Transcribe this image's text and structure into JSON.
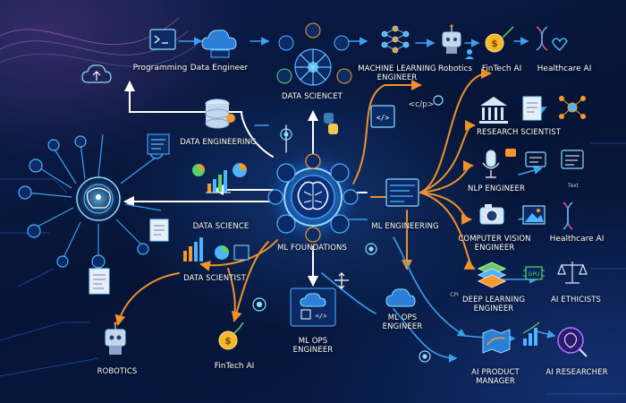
{
  "labels": {
    "programming": "Programming",
    "data_engineer": "Data Engineer",
    "data_sciencet": "DATA SCIENCET",
    "machine_learning_engineer": "MACHINE LEARNING\nENGINEER",
    "robotics_top": "Robotics",
    "fintech_top": "FinTech AI",
    "healthcare_top": "Healthcare AI",
    "code_tag": "<c/p>",
    "data_engineering": "DATA ENGINEERING",
    "research_scientist": "RESEARCH SCIENTIST",
    "nlp_engineer": "NLP ENGINEER",
    "text_tag": "Text",
    "data_science": "DATA SCIENCE",
    "ml_engineering": "ML ENGINEERING",
    "computer_vision_engineer": "COMPUTER VISION\nENGINEER",
    "healthcare_mid": "Healthcare AI",
    "ml_foundations": "ML FOUNDATIONS",
    "data_scientist": "DATA SCIENTIST",
    "cpi_tag": "CPI",
    "deep_learning_engineer": "DEEP LEARNING\nENGINEER",
    "ai_ethicists": "AI ETHICISTS",
    "gpu_tag": "GPU",
    "ml_ops_engineer_left": "ML OPS\nENGINEER",
    "ml_ops_engineer_right": "ML OPS\nENGINEER",
    "robotics_bottom": "ROBOTICS",
    "fintech_bottom": "FinTech AI",
    "ai_product_manager": "AI PRODUCT\nMANAGER",
    "ai_researcher": "AI RESEARCHER"
  },
  "colors": {
    "background": "#061436",
    "white_arrow": "#ffffff",
    "orange_arrow": "#f0922b",
    "blue_arrow": "#3aa0f0",
    "icon_blue": "#4fb3ff",
    "icon_orange": "#f59a2a",
    "icon_green": "#5ad26a"
  },
  "icons": [
    "terminal-icon",
    "cloud-icon",
    "neural-network-icon",
    "robot-icon",
    "dollar-coin-icon",
    "dna-icon",
    "database-icon",
    "brain-circuit-icon",
    "python-logo-icon",
    "code-window-icon",
    "bank-icon",
    "document-icon",
    "microphone-icon",
    "camera-icon",
    "image-icon",
    "chat-bubble-icon",
    "layers-icon",
    "gpu-chip-icon",
    "scales-icon",
    "bar-chart-icon",
    "pie-chart-icon",
    "gear-icon",
    "cloud-upload-icon",
    "ai-head-icon",
    "map-route-icon",
    "magnifier-icon"
  ]
}
